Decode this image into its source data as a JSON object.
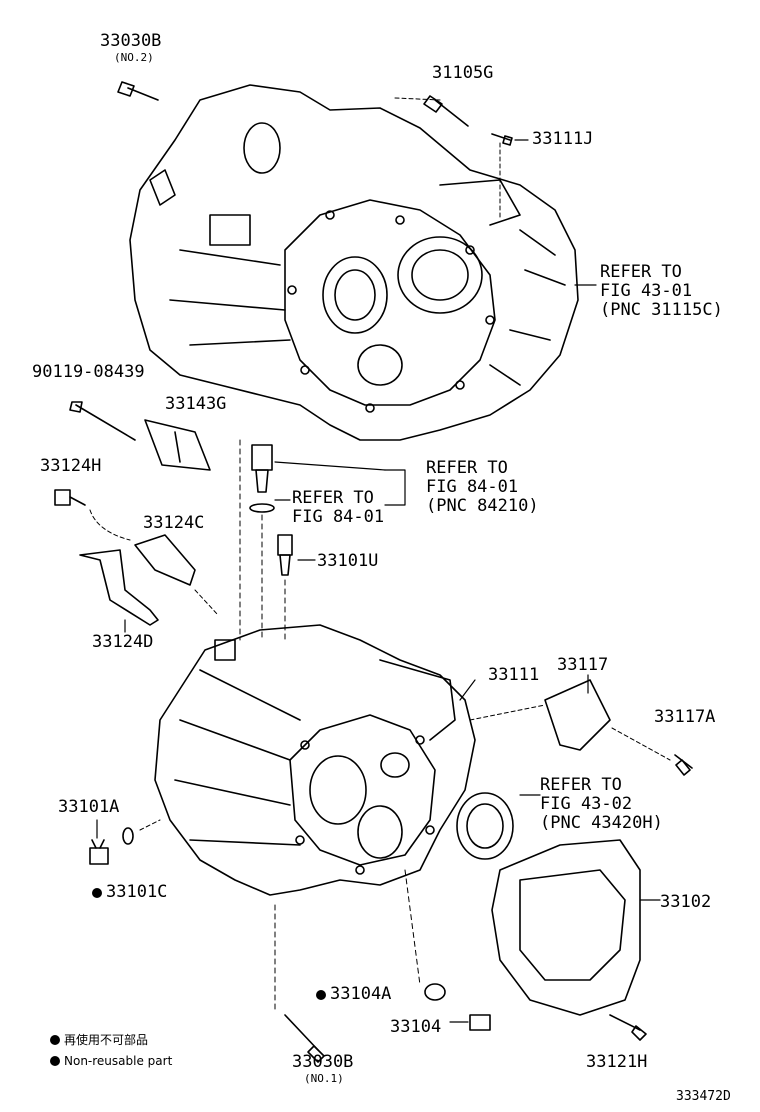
{
  "labels": {
    "p33030B_top": "33030B",
    "p33030B_top_note": "(NO.2)",
    "p31105G": "31105G",
    "p33111J": "33111J",
    "ref1_l1": "REFER TO",
    "ref1_l2": "FIG 43-01",
    "ref1_l3": "(PNC 31115C)",
    "p90119": "90119-08439",
    "p33143G": "33143G",
    "p33124H": "33124H",
    "ref2_l1": "REFER TO",
    "ref2_l2": "FIG 84-01",
    "ref2_l3": "(PNC 84210)",
    "ref3_l1": "REFER TO",
    "ref3_l2": "FIG 84-01",
    "p33124C": "33124C",
    "p33101U": "33101U",
    "p33124D": "33124D",
    "p33111": "33111",
    "p33117": "33117",
    "p33117A": "33117A",
    "ref4_l1": "REFER TO",
    "ref4_l2": "FIG 43-02",
    "ref4_l3": "(PNC 43420H)",
    "p33101A": "33101A",
    "p33101C": "33101C",
    "p33102": "33102",
    "p33104A": "33104A",
    "p33104": "33104",
    "p33030B_bot": "33030B",
    "p33030B_bot_note": "(NO.1)",
    "p33121H": "33121H",
    "legend_jp": "再使用不可部品",
    "legend_en": "Non-reusable part",
    "diagram_code": "333472D"
  }
}
